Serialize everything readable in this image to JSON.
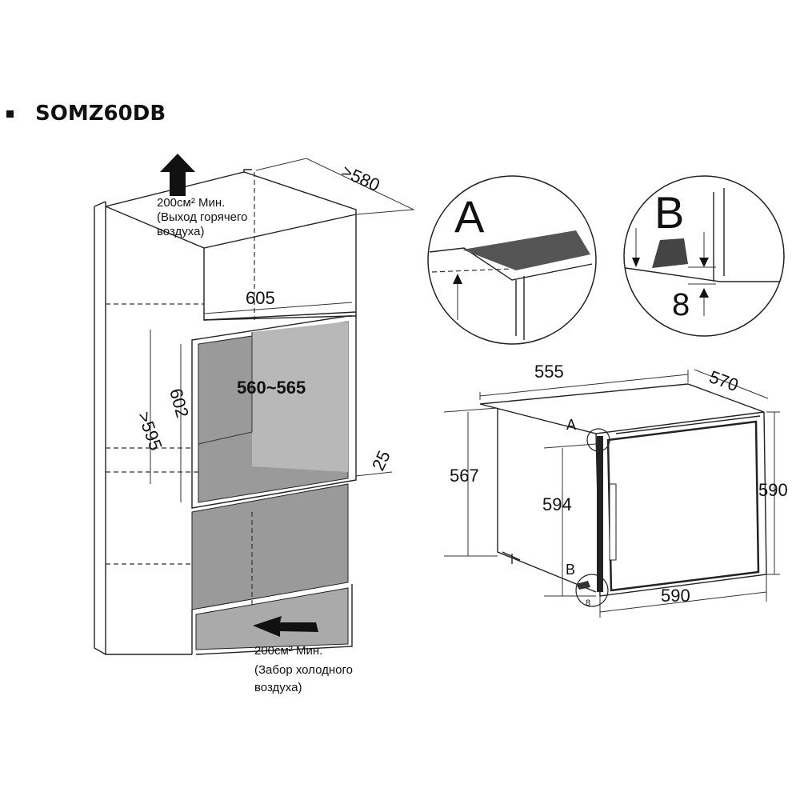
{
  "title": "SOMZ60DB",
  "installation": {
    "hot_air": {
      "line1": "200см² Мин.",
      "line2": "(Выход горячего",
      "line3": "воздуха)"
    },
    "cold_air": {
      "line1": "200см² Мин.",
      "line2": "(Забор холодного",
      "line3": "воздуха)"
    },
    "depth": ">580",
    "width": "605",
    "niche_width": "560~565",
    "niche_height": "602",
    "min_height": ">595",
    "gap": "25"
  },
  "details": {
    "a_label": "A",
    "b_label": "B",
    "b_gap": "8"
  },
  "appliance": {
    "width": "555",
    "depth": "570",
    "height_side": "567",
    "door_height": "594",
    "total_height": "590",
    "door_width": "590",
    "marker_a": "A",
    "marker_b": "B",
    "marker_8": "8"
  },
  "colors": {
    "niche_gray": "#9a9a9a",
    "inner_gray": "#b8b8b8",
    "line": "#222222"
  }
}
